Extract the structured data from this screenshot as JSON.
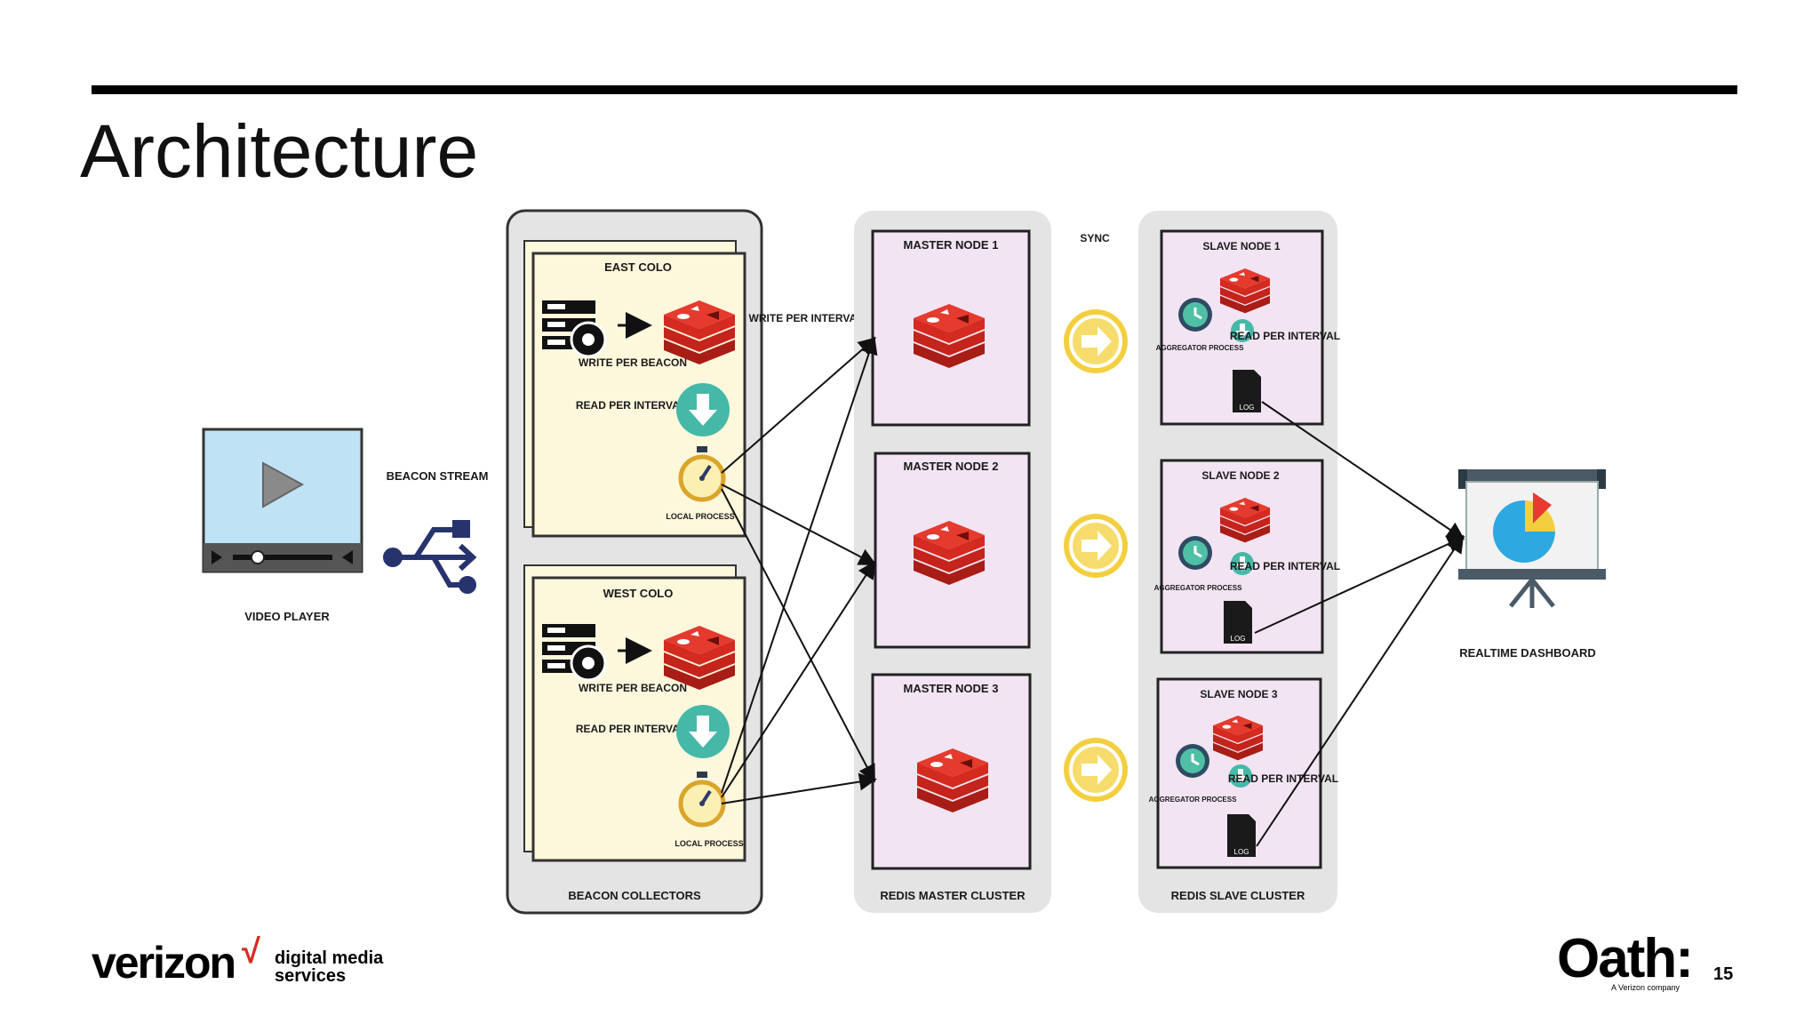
{
  "slide": {
    "title": "Architecture",
    "page_number": "15"
  },
  "diagram": {
    "video_player": {
      "label": "VIDEO PLAYER"
    },
    "beacon_stream": {
      "label": "BEACON STREAM"
    },
    "beacon_collectors": {
      "label": "BEACON COLLECTORS",
      "colos": [
        {
          "name": "EAST COLO",
          "write_label": "WRITE PER BEACON",
          "read_label": "READ PER INTERVAL",
          "process_label": "LOCAL PROCESS"
        },
        {
          "name": "WEST COLO",
          "write_label": "WRITE PER BEACON",
          "read_label": "READ PER INTERVAL",
          "process_label": "LOCAL PROCESS"
        }
      ]
    },
    "write_per_interval": "WRITE PER INTERVAL",
    "master_cluster": {
      "label": "REDIS MASTER CLUSTER",
      "nodes": [
        "MASTER NODE 1",
        "MASTER NODE 2",
        "MASTER NODE 3"
      ]
    },
    "sync_label": "SYNC",
    "slave_cluster": {
      "label": "REDIS SLAVE CLUSTER",
      "nodes": [
        {
          "name": "SLAVE NODE 1",
          "aggregator_label": "AGGREGATOR PROCESS",
          "read_label": "READ PER INTERVAL",
          "log_label": "LOG"
        },
        {
          "name": "SLAVE NODE 2",
          "aggregator_label": "AGGREGATOR PROCESS",
          "read_label": "READ PER INTERVAL",
          "log_label": "LOG"
        },
        {
          "name": "SLAVE NODE 3",
          "aggregator_label": "AGGREGATOR PROCESS",
          "read_label": "READ PER INTERVAL",
          "log_label": "LOG"
        }
      ]
    },
    "dashboard": {
      "label": "REALTIME DASHBOARD"
    }
  },
  "footer": {
    "brand": "verizon",
    "brand_mark": "√",
    "division": "digital media services",
    "partner": "Oath:",
    "partner_tagline": "A Verizon company"
  },
  "colors": {
    "redis_red": "#d42a20",
    "collector_bg": "#fdf7dc",
    "node_bg": "#f2e4f2",
    "cluster_bg": "#e4e4e4",
    "sync_yellow": "#f3cf3f",
    "download_teal": "#46b8a8",
    "player_blue": "#bfe2f5",
    "usb_navy": "#27336d"
  }
}
